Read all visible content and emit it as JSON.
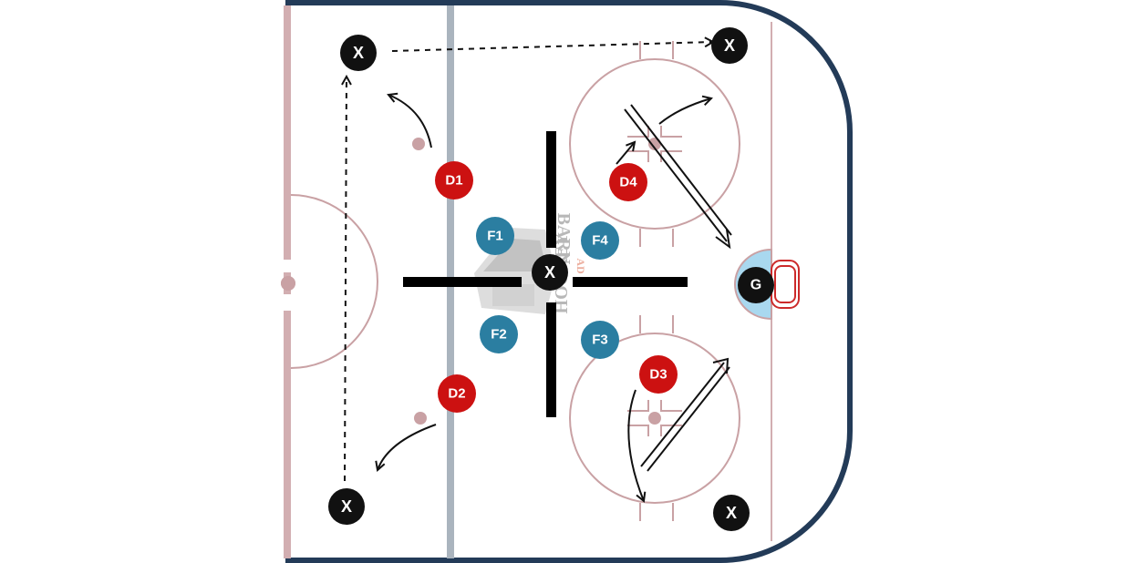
{
  "diagram": {
    "colors": {
      "board": "#233b58",
      "ice": "#ffffff",
      "red_line": "#d2aeb1",
      "blue_line": "#aab4be",
      "circle_line": "#c9a1a4",
      "crease": "#a9d8ef",
      "net": "#cc2a2a",
      "defense": "#cc1111",
      "forward": "#2b7ea1",
      "coach": "#111111",
      "cross": "#000000"
    },
    "players": [
      {
        "id": "X",
        "role": "coach",
        "label": "X"
      },
      {
        "id": "X",
        "role": "coach",
        "label": "X"
      },
      {
        "id": "X",
        "role": "coach",
        "label": "X"
      },
      {
        "id": "X",
        "role": "coach",
        "label": "X"
      },
      {
        "id": "X",
        "role": "coach",
        "label": "X"
      },
      {
        "id": "G",
        "role": "goalie",
        "label": "G"
      },
      {
        "id": "D1",
        "role": "defense",
        "label": "D1"
      },
      {
        "id": "D2",
        "role": "defense",
        "label": "D2"
      },
      {
        "id": "D3",
        "role": "defense",
        "label": "D3"
      },
      {
        "id": "D4",
        "role": "defense",
        "label": "D4"
      },
      {
        "id": "F1",
        "role": "forward",
        "label": "F1"
      },
      {
        "id": "F2",
        "role": "forward",
        "label": "F2"
      },
      {
        "id": "F3",
        "role": "forward",
        "label": "F3"
      },
      {
        "id": "F4",
        "role": "forward",
        "label": "F4"
      }
    ],
    "watermark": {
      "word1": "HOCKEY",
      "word2": "BARN",
      "word3": "AD"
    }
  }
}
